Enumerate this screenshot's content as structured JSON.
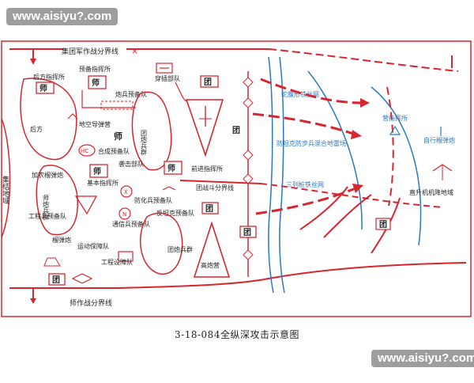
{
  "watermark": {
    "top_left": "www.aisiyu?.com",
    "bottom_right": "www.aisiyu?.com"
  },
  "caption": "3-18-084全纵深攻击示意图",
  "labels": {
    "army_boundary": "集团军作战分界线",
    "division_boundary": "师作战分界线",
    "battle_boundary": "团战斗分界线",
    "rear_cp": "后方指挥所",
    "reserve_cp": "预备指挥所",
    "rear": "后方",
    "concentration_area": "集结地域",
    "artillery_reserve": "炮兵预备队",
    "air_missile_battalion": "地空导弹营",
    "division_artillery_group": "团炮兵群",
    "combined_reserve": "合成预备队",
    "raid_force": "袭击部队",
    "forward_cp": "前进指挥所",
    "grenade_unit": "加农榴弹炮",
    "division_artillery": "师炮兵群",
    "engineer_reserve": "工程兵预备队",
    "basic_cp": "基本指挥所",
    "chem_reserve": "防化兵预备队",
    "antitank_reserve": "反坦克预备队",
    "signal_reserve": "通信兵预备队",
    "howitzer": "榴弹炮",
    "transport_support": "运动保障队",
    "engineer_obstacle": "工程设障队",
    "regiment_artillery_group": "团炮兵群",
    "aa_battalion": "高炮营",
    "insertion_unit": "穿插部队",
    "snake_wire": "蛇腹形铁丝网",
    "antitank_mixed": "防坦克防步兵混合地雷场",
    "triple_wire": "三列桩铁丝网",
    "battalion_cp": "营指挥所",
    "auto_mortar": "自行榴弹炮",
    "helicopter_area": "直升机机降地域",
    "shi": "师",
    "tuan": "团",
    "hc": "HC",
    "x_mark": "X",
    "n_mark": "N",
    "tuan_label": "团"
  },
  "colors": {
    "red": "#d8262e",
    "blue": "#2a78c0",
    "frame": "#d8262e",
    "watermark": "#9e9e9e"
  }
}
